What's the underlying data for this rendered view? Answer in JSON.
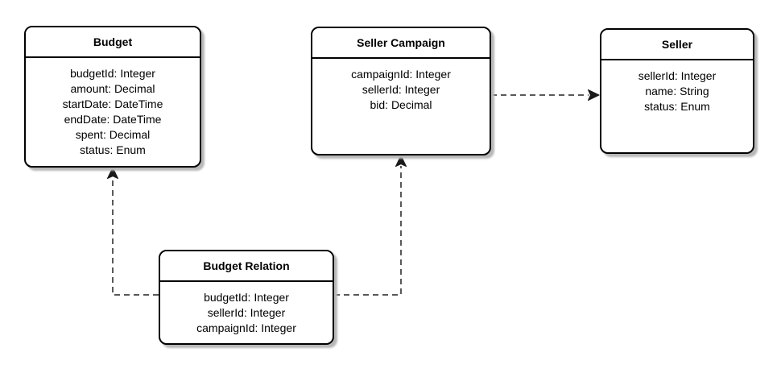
{
  "diagram": {
    "type": "entity-relationship",
    "entities": [
      {
        "id": "budget",
        "title": "Budget",
        "attributes": [
          "budgetId: Integer",
          "amount: Decimal",
          "startDate: DateTime",
          "endDate: DateTime",
          "spent: Decimal",
          "status: Enum"
        ]
      },
      {
        "id": "seller-campaign",
        "title": "Seller Campaign",
        "attributes": [
          "campaignId: Integer",
          "sellerId: Integer",
          "bid: Decimal"
        ]
      },
      {
        "id": "seller",
        "title": "Seller",
        "attributes": [
          "sellerId: Integer",
          "name: String",
          "status: Enum"
        ]
      },
      {
        "id": "budget-relation",
        "title": "Budget Relation",
        "attributes": [
          "budgetId: Integer",
          "sellerId: Integer",
          "campaignId: Integer"
        ]
      }
    ],
    "connectors": [
      {
        "from": "budget-relation",
        "to": "budget",
        "style": "dashed",
        "arrow": "filled-triangle"
      },
      {
        "from": "budget-relation",
        "to": "seller-campaign",
        "style": "dashed",
        "arrow": "filled-triangle"
      },
      {
        "from": "seller-campaign",
        "to": "seller",
        "style": "dashed",
        "arrow": "filled-triangle"
      }
    ],
    "colors": {
      "entity_fill": "#ffffff",
      "entity_border": "#000000",
      "connector_stroke": "#595959",
      "arrowhead_fill": "#1a1a1a",
      "shadow": "#b8b8b8",
      "background": "#ffffff"
    }
  }
}
